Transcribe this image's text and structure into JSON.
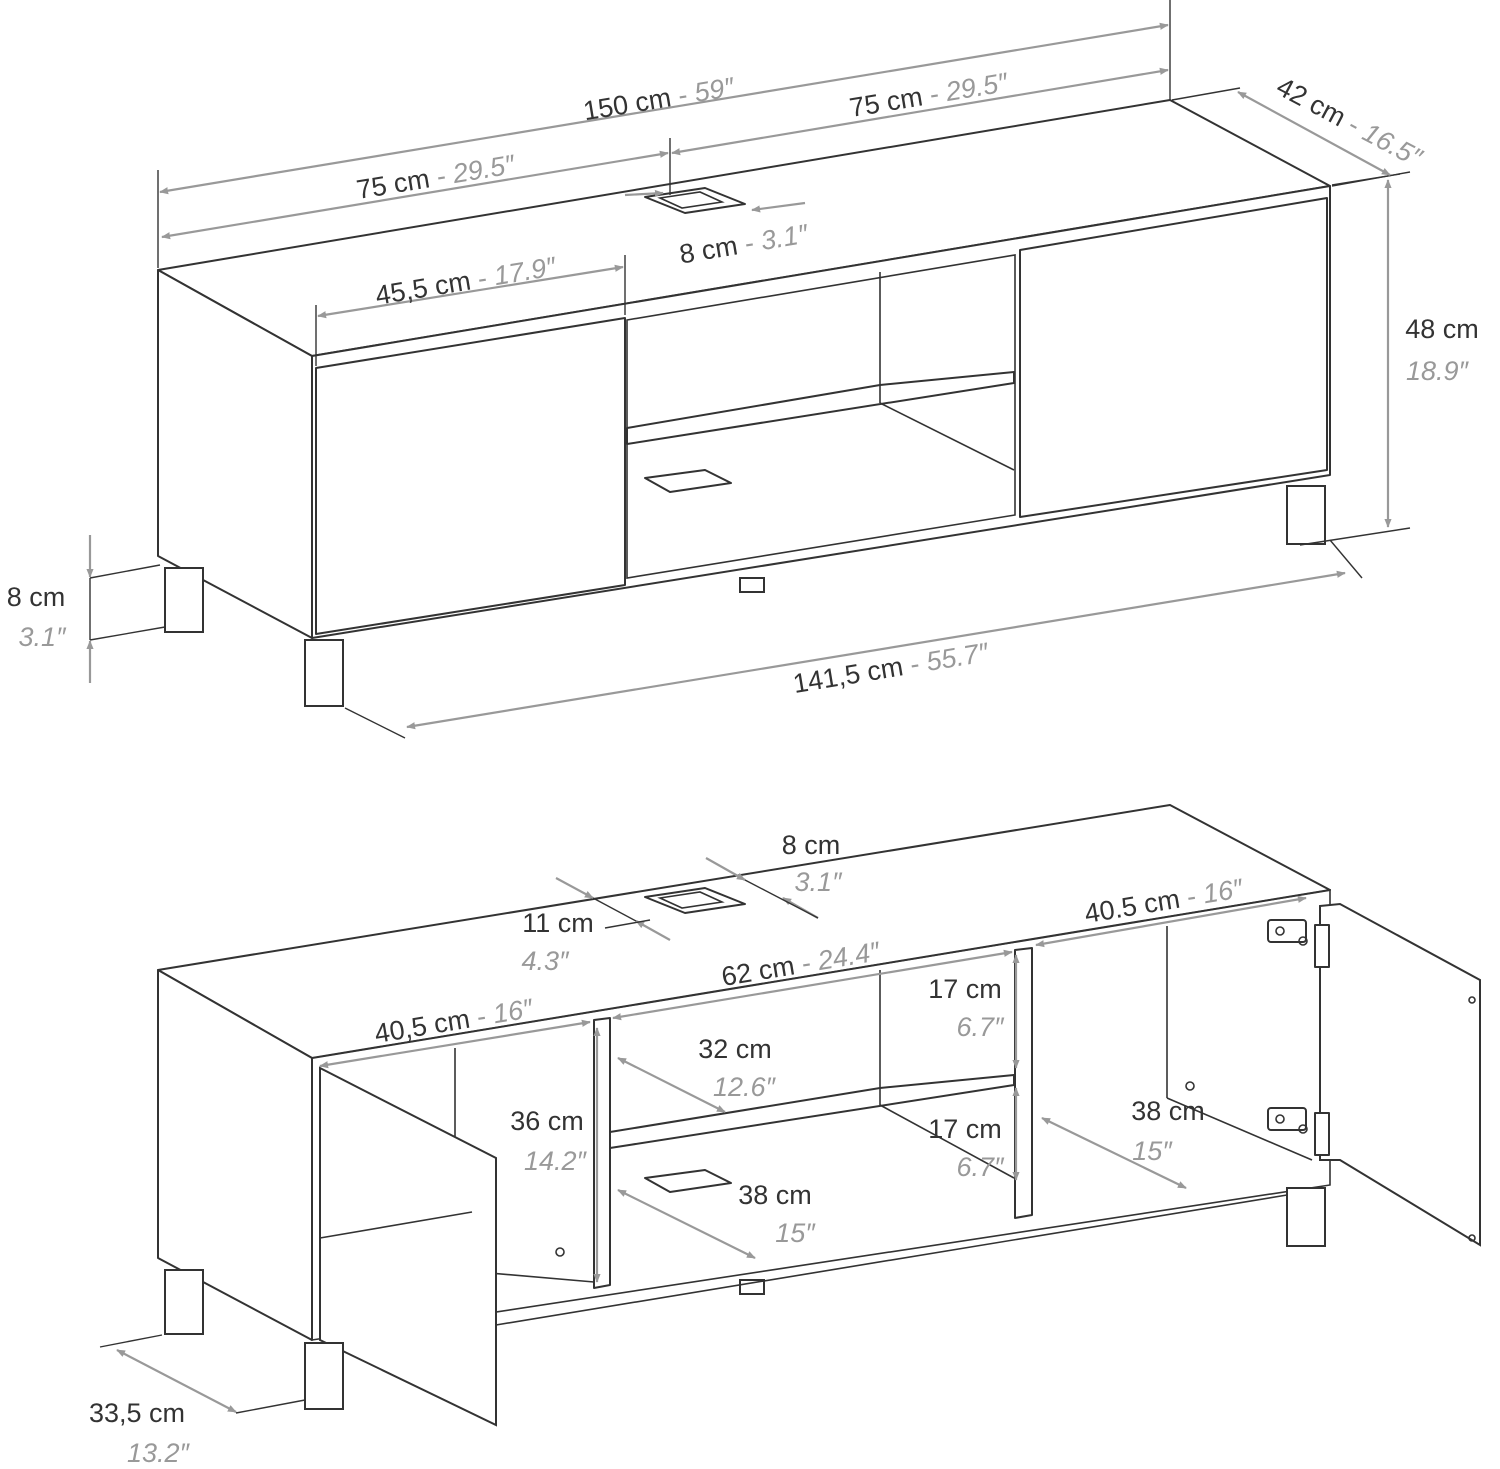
{
  "colors": {
    "line": "#333333",
    "dimension": "#999999",
    "background": "#ffffff"
  },
  "top_view": {
    "total_width": {
      "cm": "150 cm",
      "sep": " - ",
      "inch": "59″"
    },
    "half_left": {
      "cm": "75 cm",
      "sep": " - ",
      "inch": "29.5″"
    },
    "half_right": {
      "cm": "75 cm",
      "sep": " - ",
      "inch": "29.5″"
    },
    "depth": {
      "cm": "42 cm",
      "sep": " - ",
      "inch": "16.5″"
    },
    "door_width": {
      "cm": "45,5 cm",
      "sep": " - ",
      "inch": "17.9″"
    },
    "cable_hole": {
      "cm": "8 cm",
      "sep": " - ",
      "inch": "3.1″"
    },
    "height": {
      "cm": "48 cm",
      "inch": "18.9″"
    },
    "leg_height": {
      "cm": "8 cm",
      "inch": "3.1″"
    },
    "inner_width": {
      "cm": "141,5 cm",
      "sep": " - ",
      "inch": "55.7″"
    }
  },
  "bottom_view": {
    "hole_width": {
      "cm": "8 cm",
      "inch": "3.1″"
    },
    "hole_depth": {
      "cm": "11 cm",
      "inch": "4.3″"
    },
    "right_compartment_width": {
      "cm": "40.5 cm",
      "sep": " - ",
      "inch": "16″"
    },
    "middle_width": {
      "cm": "62 cm",
      "sep": " - ",
      "inch": "24.4″"
    },
    "left_compartment_width": {
      "cm": "40,5 cm",
      "sep": " - ",
      "inch": "16″"
    },
    "upper_shelf_height": {
      "cm": "17 cm",
      "inch": "6.7″"
    },
    "lower_shelf_height": {
      "cm": "17 cm",
      "inch": "6.7″"
    },
    "shelf_depth": {
      "cm": "32 cm",
      "inch": "12.6″"
    },
    "left_height": {
      "cm": "36 cm",
      "inch": "14.2″"
    },
    "middle_depth": {
      "cm": "38 cm",
      "inch": "15″"
    },
    "right_depth": {
      "cm": "38 cm",
      "inch": "15″"
    },
    "base_depth": {
      "cm": "33,5 cm",
      "inch": "13.2″"
    }
  }
}
